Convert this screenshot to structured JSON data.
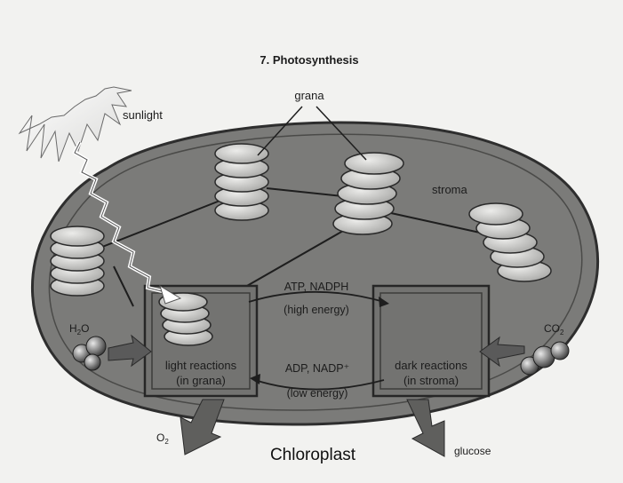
{
  "figure": {
    "title": "7.  Photosynthesis",
    "caption": "Chloroplast"
  },
  "labels": {
    "sunlight": "sunlight",
    "grana": "grana",
    "stroma": "stroma",
    "water_main": "H",
    "water_sub": "2",
    "water_tail": "O",
    "co2_main": "CO",
    "co2_sub": "2",
    "oxygen_main": "O",
    "oxygen_sub": "2",
    "glucose": "glucose"
  },
  "light_box": {
    "line1": "light reactions",
    "line2": "(in grana)"
  },
  "dark_box": {
    "line1": "dark reactions",
    "line2": "(in stroma)"
  },
  "arrows": {
    "top_line1": "ATP, NADPH",
    "top_line2": "(high energy)",
    "bottom_line1": "ADP, NADP⁺",
    "bottom_line2": "(low energy)"
  },
  "colors": {
    "background": "#f2f2f0",
    "chloroplast_fill": "#7b7b79",
    "chloroplast_outline": "#2e2e2e",
    "grana_fill": "#c9c9c7",
    "box_fill": "#737371",
    "arrow_fill": "#5a5a5a"
  }
}
